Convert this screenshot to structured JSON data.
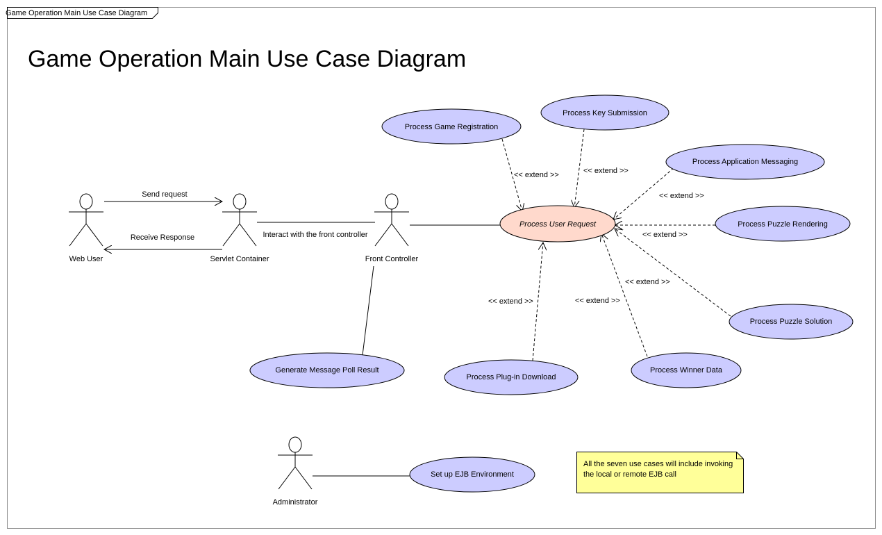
{
  "frame": {
    "tab_label": "Game Operation Main Use Case Diagram"
  },
  "title": "Game Operation Main Use Case Diagram",
  "actors": {
    "web_user": "Web User",
    "servlet_container": "Servlet Container",
    "front_controller": "Front Controller",
    "administrator": "Administrator"
  },
  "use_cases": {
    "process_game_registration": "Process Game Registration",
    "process_key_submission": "Process Key Submission",
    "process_application_messaging": "Process Application Messaging",
    "process_user_request": "Process User Request",
    "process_puzzle_rendering": "Process Puzzle Rendering",
    "process_puzzle_solution": "Process Puzzle Solution",
    "process_winner_data": "Process Winner Data",
    "process_plugin_download": "Process Plug-in Download",
    "generate_message_poll_result": "Generate Message Poll Result",
    "set_up_ejb_environment": "Set up EJB Environment"
  },
  "relations": {
    "send_request": "Send request",
    "receive_response": "Receive Response",
    "interact_front_controller": "Interact with the front controller",
    "extend": "<< extend >>"
  },
  "note": {
    "line1": "All the seven use cases will include invoking",
    "line2": "the local or remote EJB call"
  },
  "colors": {
    "use_case_fill": "#ccccff",
    "primary_use_case_fill": "#ffd9cc",
    "note_fill": "#ffff99"
  }
}
